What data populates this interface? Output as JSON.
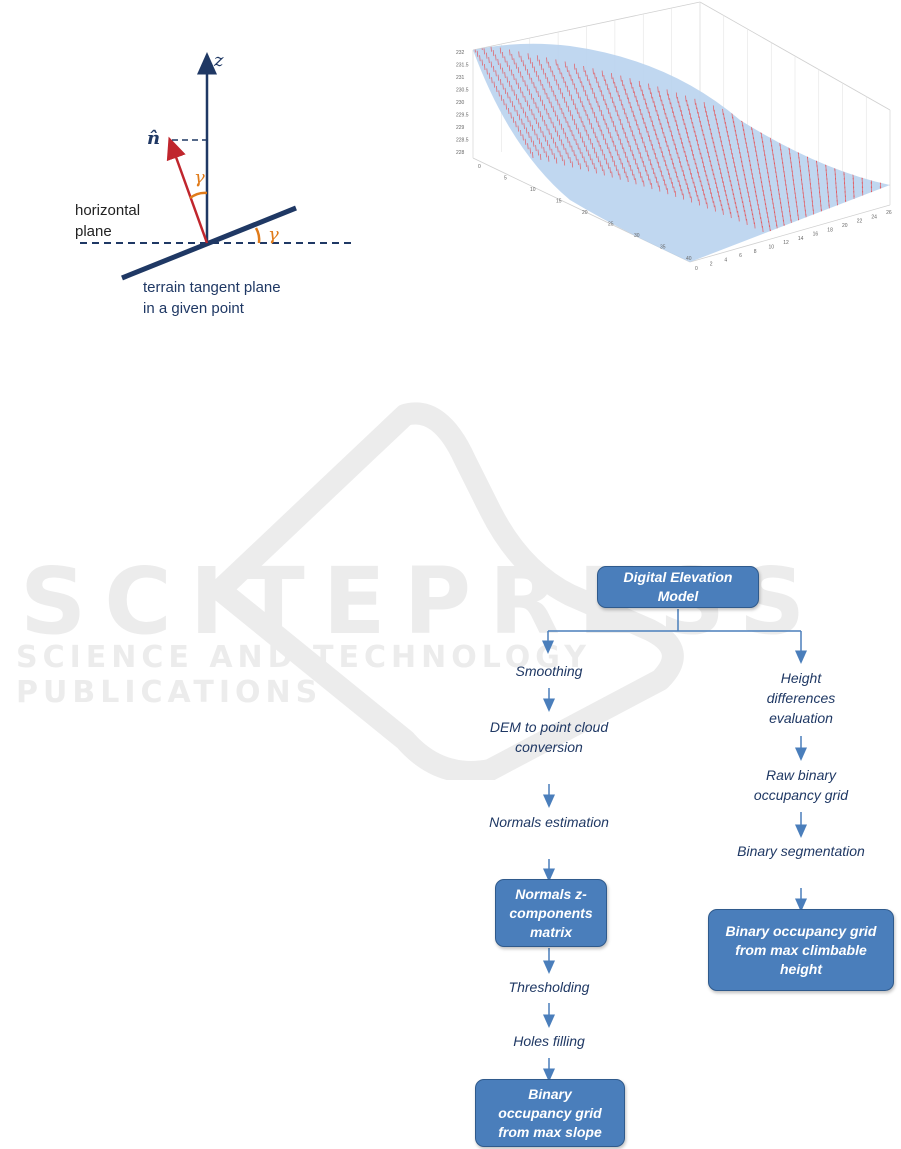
{
  "watermark": {
    "main": "SCITEPRESS",
    "sub": "SCIENCE AND TECHNOLOGY PUBLICATIONS"
  },
  "angle_diagram": {
    "z_label": "z",
    "n_label": "n̂",
    "gamma_top": "γ",
    "gamma_right": "γ",
    "horizontal_line1": "horizontal",
    "horizontal_line2": "plane",
    "tangent_line1": "terrain tangent plane",
    "tangent_line2": "in a given point",
    "colors": {
      "axis": "#1f3864",
      "normal": "#c0262d",
      "angle": "#e07b1a"
    }
  },
  "surface_plot": {
    "z_ticks": [
      "232",
      "231.5",
      "231",
      "230.5",
      "230",
      "229.5",
      "229",
      "228.5",
      "228"
    ],
    "y_ticks": [
      "0",
      "5",
      "10",
      "15",
      "20",
      "25",
      "30",
      "35",
      "40"
    ],
    "x_ticks": [
      "0",
      "2",
      "4",
      "6",
      "8",
      "10",
      "12",
      "14",
      "16",
      "18",
      "20",
      "22",
      "24",
      "26"
    ],
    "colors": {
      "arrows": "#e8474a",
      "surface": "#b9d3ee"
    }
  },
  "flowchart": {
    "root": "Digital Elevation Model",
    "left": {
      "step1": "Smoothing",
      "step2": "DEM to point cloud conversion",
      "step3": "Normals estimation",
      "box1": "Normals z-components matrix",
      "step4": "Thresholding",
      "step5": "Holes filling",
      "box2": "Binary occupancy grid from max slope"
    },
    "right": {
      "step1": "Height differences evaluation",
      "step2": "Raw binary occupancy grid",
      "step3": "Binary segmentation",
      "box1": "Binary occupancy grid from  max climbable height"
    },
    "colors": {
      "box": "#4a7ebb",
      "arrow": "#4a7ebb",
      "text": "#1f3864"
    }
  }
}
